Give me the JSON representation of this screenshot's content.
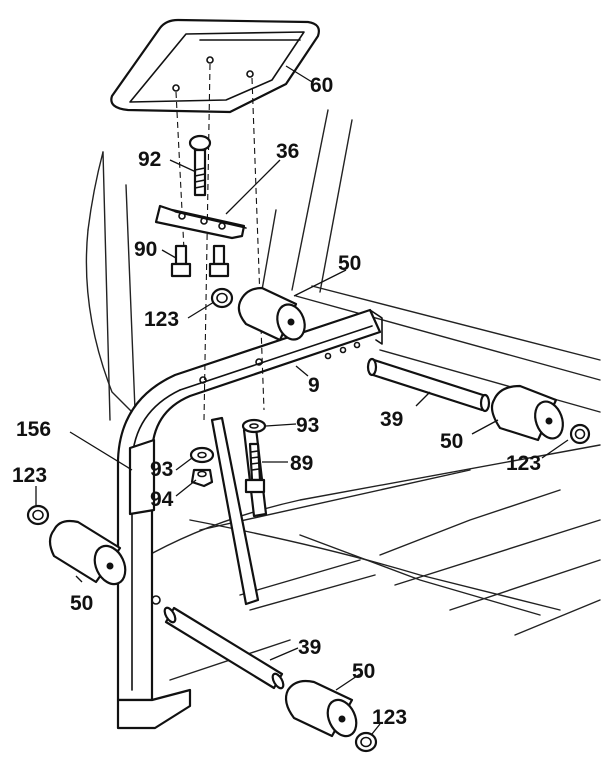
{
  "callouts": {
    "c60": "60",
    "c92": "92",
    "c36": "36",
    "c90": "90",
    "c50_top": "50",
    "c123_top": "123",
    "c9": "9",
    "c39_right": "39",
    "c93_right": "93",
    "c50_right": "50",
    "c156": "156",
    "c89": "89",
    "c93_left": "93",
    "c123_right": "123",
    "c123_left": "123",
    "c94": "94",
    "c50_left": "50",
    "c39_bottom": "39",
    "c50_bottom": "50",
    "c123_bottom": "123"
  }
}
